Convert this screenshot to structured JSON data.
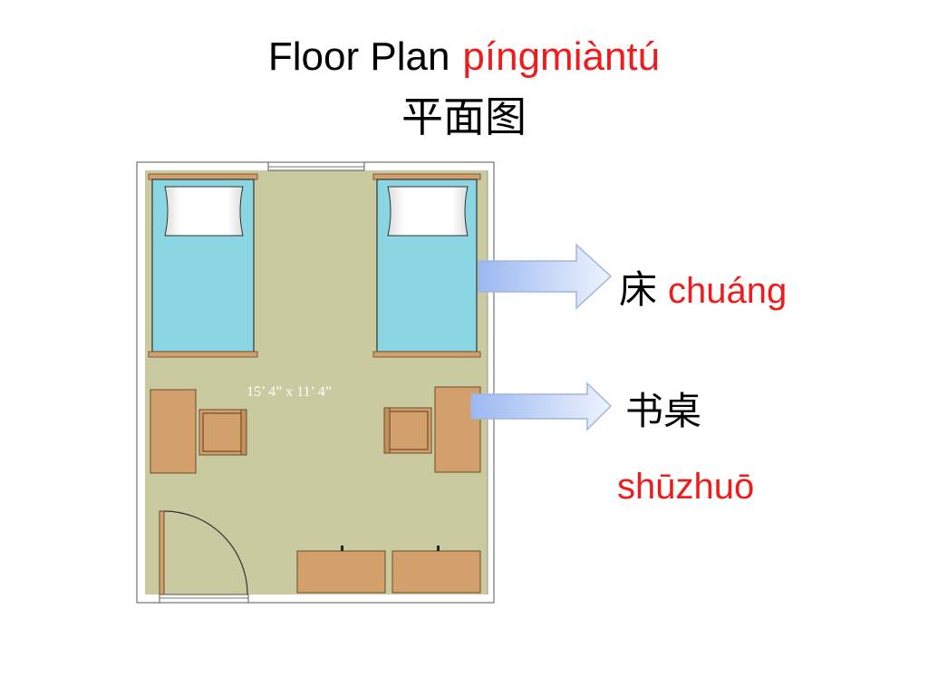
{
  "title": {
    "english": "Floor Plan",
    "pinyin": "píngmiàntú",
    "chinese": "平面图"
  },
  "plan": {
    "dimensions_label": "15’ 4” x 11’ 4”",
    "floor_color": "#c9caa0",
    "bed_color": "#8ad6e2",
    "desk_color": "#d39f6a"
  },
  "labels": {
    "bed": {
      "chinese": "床",
      "pinyin": "chuáng"
    },
    "desk": {
      "chinese": "书桌",
      "pinyin": "shūzhuō"
    }
  },
  "colors": {
    "pinyin": "#ee1c1c",
    "arrow": "#a8c4f4"
  }
}
